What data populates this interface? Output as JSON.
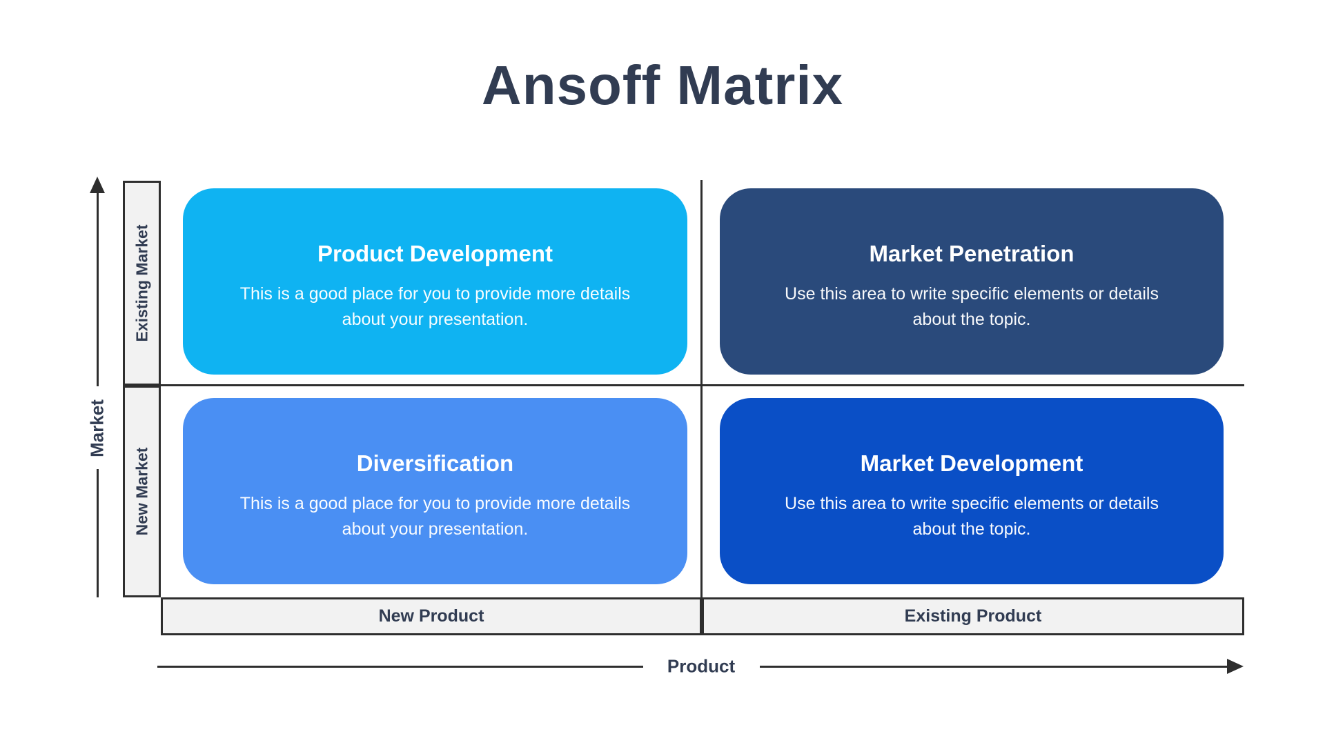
{
  "title": "Ansoff Matrix",
  "axes": {
    "y": {
      "label": "Market",
      "categories": [
        "Existing Market",
        "New Market"
      ]
    },
    "x": {
      "label": "Product",
      "categories": [
        "New Product",
        "Existing Product"
      ]
    }
  },
  "quadrants": {
    "top_left": {
      "title": "Product Development",
      "body": "This is a good place for you to provide more details about your presentation.",
      "color": "#0FB3F2"
    },
    "top_right": {
      "title": "Market Penetration",
      "body": "Use this area to write specific elements or details about the topic.",
      "color": "#2A4A7B"
    },
    "bottom_left": {
      "title": "Diversification",
      "body": "This is a good place for you to provide more details about your presentation.",
      "color": "#4A8FF3"
    },
    "bottom_right": {
      "title": "Market Development",
      "body": "Use this area to write specific elements or details about the topic.",
      "color": "#0A4FC6"
    }
  },
  "colors": {
    "heading": "#313C52",
    "axis_line": "#2E2E2E",
    "strip_bg": "#F2F2F2",
    "card_text": "#FFFFFF"
  }
}
